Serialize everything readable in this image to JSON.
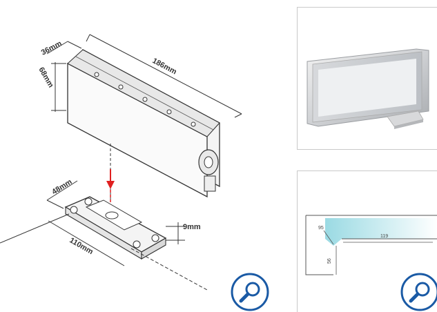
{
  "main_diagram": {
    "dimensions": {
      "depth": "36mm",
      "height": "68mm",
      "length": "186mm",
      "plate_width": "48mm",
      "plate_thickness": "9mm",
      "plate_length": "110mm"
    }
  },
  "thumbnail_bottom": {
    "dims": {
      "angle": "95",
      "top": "119",
      "side": "56"
    }
  },
  "icons": {
    "zoom": "magnifier-icon",
    "accent": "#1a5aa5"
  }
}
